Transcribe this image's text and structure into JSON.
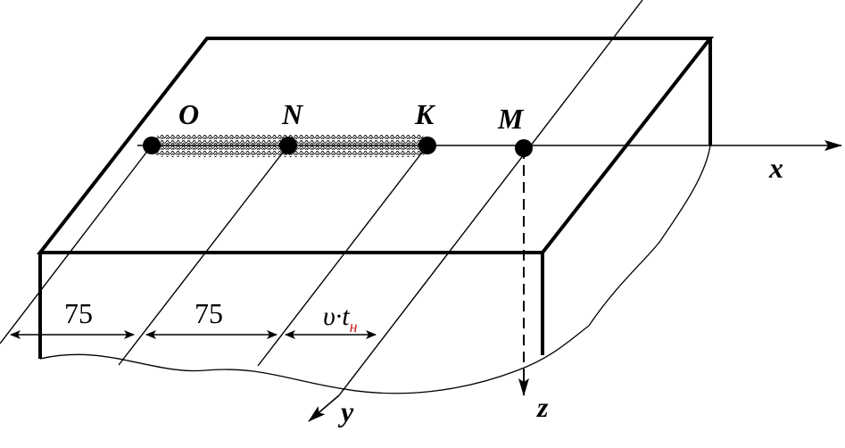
{
  "points": {
    "O": "O",
    "N": "N",
    "K": "K",
    "M": "M"
  },
  "axes": {
    "x": "x",
    "y": "y",
    "z": "z"
  },
  "dimensions": {
    "first": "75",
    "second": "75",
    "third_base": "υ·t",
    "third_sub": "н"
  },
  "colors": {
    "ink": "#000000",
    "background": "#ffffff",
    "subscript_accent": "#cc2222"
  }
}
